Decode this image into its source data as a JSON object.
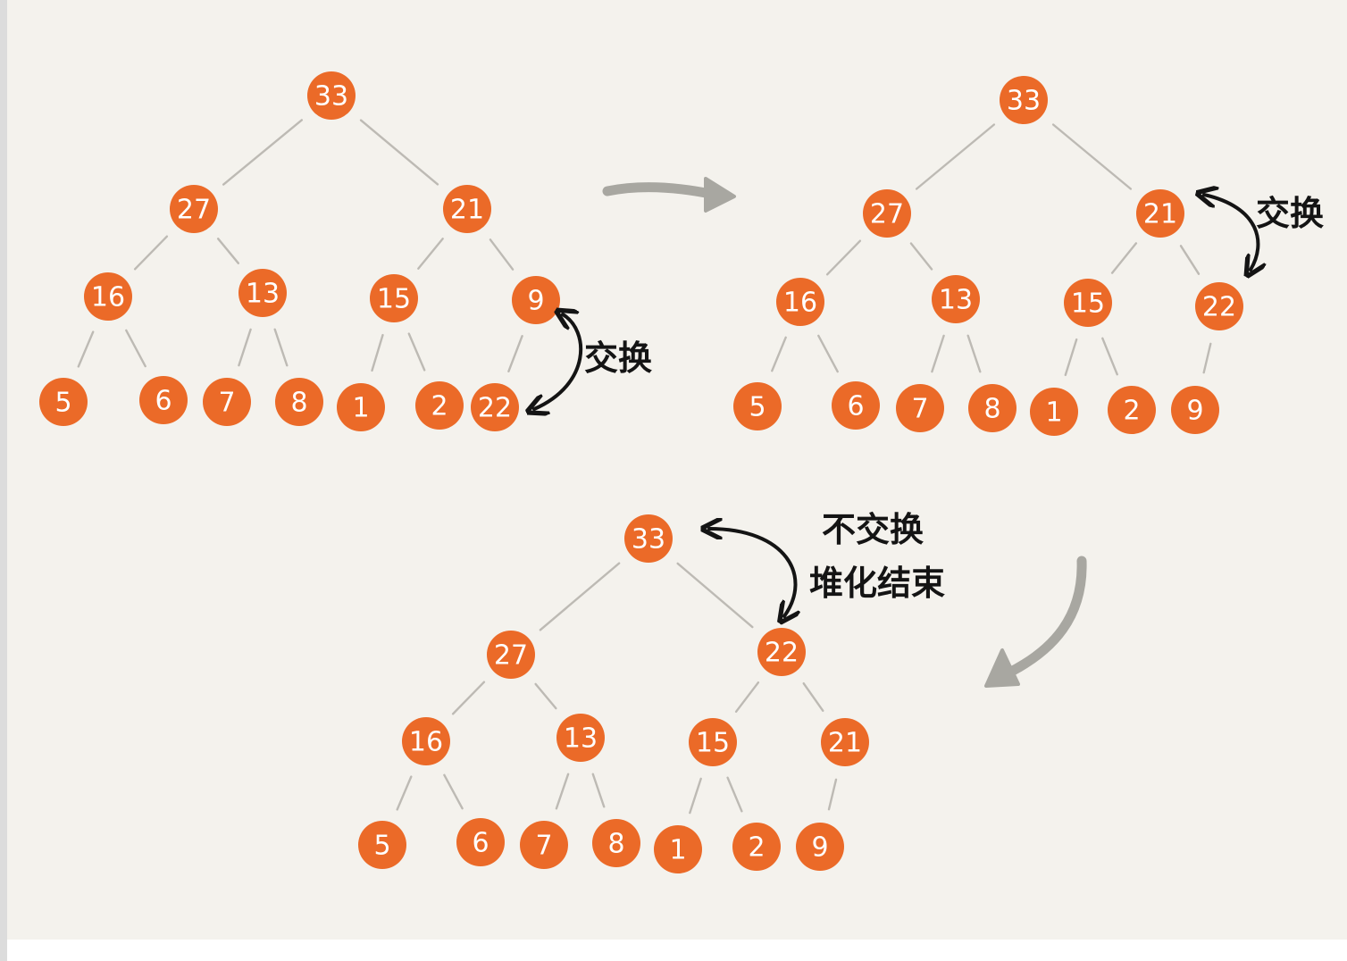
{
  "colors": {
    "background": "#f4f2ed",
    "node_fill": "#eb6a28",
    "node_text": "#ffffff",
    "edge": "#bdbab4",
    "flow_arrow": "#a8a7a1",
    "swap_arrow": "#141414",
    "note_text": "#141414",
    "left_border": "#dcdcdc"
  },
  "steps": [
    {
      "nodes": [
        "33",
        "27",
        "21",
        "16",
        "13",
        "15",
        "9",
        "5",
        "6",
        "7",
        "8",
        "1",
        "2",
        "22"
      ],
      "notes": [
        "交换"
      ]
    },
    {
      "nodes": [
        "33",
        "27",
        "21",
        "16",
        "13",
        "15",
        "22",
        "5",
        "6",
        "7",
        "8",
        "1",
        "2",
        "9"
      ],
      "notes": [
        "交换"
      ]
    },
    {
      "nodes": [
        "33",
        "27",
        "22",
        "16",
        "13",
        "15",
        "21",
        "5",
        "6",
        "7",
        "8",
        "1",
        "2",
        "9"
      ],
      "notes": [
        "不交换",
        "堆化结束"
      ]
    }
  ]
}
